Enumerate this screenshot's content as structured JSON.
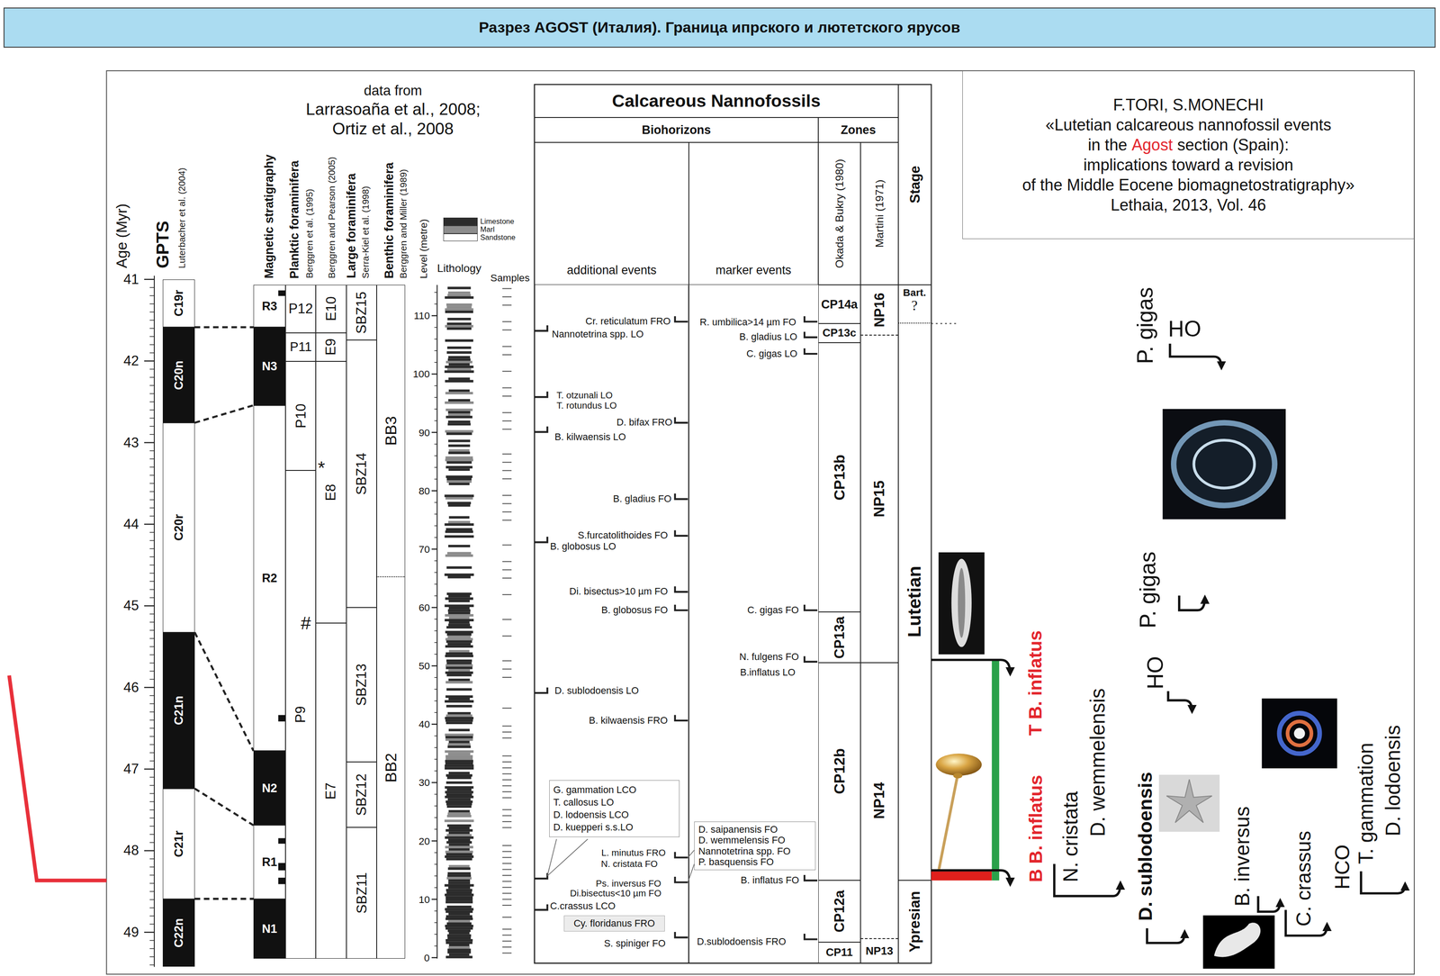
{
  "diagram": {
    "title": "Разрез AGOST (Италия). Граница ипрского и лютетского ярусов",
    "nodes": [
      {
        "text": [
          "F.TORI, S.MONECHI",
          "«Lutetian calcareous nannofossil events",
          "in the",
          "Agost",
          "section (Spain):",
          "implications toward a revision",
          "of the Middle Eocene biomagnetostratigraphy»",
          "Lethaia, 2013, Vol. 46"
        ]
      },
      {
        "text": [
          "Calcareous Nannofossils"
        ]
      },
      {
        "text": [
          "Biohorizons"
        ]
      },
      {
        "text": [
          "Zones"
        ]
      },
      {
        "text": [
          "additional events"
        ]
      },
      {
        "text": [
          "marker events"
        ]
      },
      {
        "text": [
          "Okada & Bukry (1980)"
        ]
      },
      {
        "text": [
          "Martini (1971)"
        ]
      },
      {
        "text": [
          "Stage"
        ]
      },
      {
        "text": [
          "C19r"
        ]
      },
      {
        "text": [
          "C20n"
        ]
      },
      {
        "text": [
          "C20r"
        ]
      },
      {
        "text": [
          "C21n"
        ]
      },
      {
        "text": [
          "C21r"
        ]
      },
      {
        "text": [
          "C22n"
        ]
      },
      {
        "text": [
          "R3"
        ]
      },
      {
        "text": [
          "N3"
        ]
      },
      {
        "text": [
          "R2"
        ]
      },
      {
        "text": [
          "N2"
        ]
      },
      {
        "text": [
          "R1"
        ]
      },
      {
        "text": [
          "N1"
        ]
      },
      {
        "text": [
          "P12"
        ]
      },
      {
        "text": [
          "P11"
        ]
      },
      {
        "text": [
          "P10"
        ]
      },
      {
        "text": [
          "P9"
        ]
      },
      {
        "text": [
          "E10"
        ]
      },
      {
        "text": [
          "E9"
        ]
      },
      {
        "text": [
          "E8"
        ]
      },
      {
        "text": [
          "E7"
        ]
      },
      {
        "text": [
          "SBZ15"
        ]
      },
      {
        "text": [
          "SBZ14"
        ]
      },
      {
        "text": [
          "SBZ13"
        ]
      },
      {
        "text": [
          "SBZ12"
        ]
      },
      {
        "text": [
          "SBZ11"
        ]
      },
      {
        "text": [
          "BB3"
        ]
      },
      {
        "text": [
          "BB2"
        ]
      },
      {
        "text": [
          "CP14a"
        ]
      },
      {
        "text": [
          "CP13c"
        ]
      },
      {
        "text": [
          "CP13b"
        ]
      },
      {
        "text": [
          "CP13a"
        ]
      },
      {
        "text": [
          "CP12b"
        ]
      },
      {
        "text": [
          "CP12a"
        ]
      },
      {
        "text": [
          "CP11"
        ]
      },
      {
        "text": [
          "NP16"
        ]
      },
      {
        "text": [
          "NP15"
        ]
      },
      {
        "text": [
          "NP14"
        ]
      },
      {
        "text": [
          "NP13"
        ]
      },
      {
        "text": [
          "Bart.",
          "?"
        ]
      },
      {
        "text": [
          "Lutetian"
        ]
      },
      {
        "text": [
          "Ypresian"
        ]
      },
      {
        "text": [
          "G. gammation LCO",
          "T. callosus LO",
          "D. lodoensis LCO",
          "D. kuepperi s.s.LO"
        ]
      },
      {
        "text": [
          "Cy. floridanus FRO"
        ]
      },
      {
        "text": [
          "D. saipanensis FO",
          "D. wemmelensis FO",
          "Nannotetrina spp. FO",
          "P. basquensis FO"
        ]
      }
    ],
    "labels": [
      "data from",
      "Larrasoaña et al., 2008;",
      "Ortiz et al., 2008",
      "Age (Myr)",
      "GPTS",
      "Luterbacher et al. (2004)",
      "Magnetic stratigraphy",
      "Planktic foraminifera",
      "Berggren et al. (1995)",
      "Berggren and Pearson (2005)",
      "Large foraminifera",
      "Serra-Kiel et al. (1998)",
      "Benthic foraminifera",
      "Berggren and Miller (1989)",
      "Level (metre)",
      "Lithology",
      "Samples",
      "41",
      "42",
      "43",
      "44",
      "45",
      "46",
      "47",
      "48",
      "49",
      "110",
      "100",
      "90",
      "80",
      "70",
      "60",
      "50",
      "40",
      "30",
      "20",
      "10",
      "0",
      "*",
      "#",
      "Cr. reticulatum FRO",
      "Nannotetrina spp. LO",
      "T. otzunali LO",
      "T. rotundus LO",
      "D. bifax FRO",
      "B. kilwaensis LO",
      "B. gladius FO",
      "S.furcatolithoides FO",
      "B. globosus LO",
      "Di. bisectus>10 µm FO",
      "B. globosus FO",
      "D. sublodoensis LO",
      "B. kilwaensis FRO",
      "L. minutus FRO",
      "N. cristata FO",
      "Ps. inversus FO",
      "Di.bisectus<10 µm FO",
      "C.crassus LCO",
      "S. spiniger FO",
      "R. umbilica>14 µm FO",
      "B. gladius LO",
      "C. gigas LO",
      "C. gigas FO",
      "N. fulgens FO",
      "B.inflatus LO",
      "B. inflatus FO",
      "D.sublodoensis FRO",
      "P. gigas",
      "HO",
      "P. gigas",
      "HO",
      "T B. inflatus",
      "B B. inflatus",
      "N. cristata",
      "D. wemmelensis",
      "D. sublodoensis",
      "B. inversus",
      "C. crassus",
      "HCO",
      "T. gammation",
      "D. lodoensis"
    ],
    "legend": [
      {
        "text": "Limestone",
        "color": "#2b2b2b"
      },
      {
        "text": "Marl",
        "color": "#8c8c8c"
      },
      {
        "text": "Sandstone",
        "color": "#ffffff"
      }
    ]
  }
}
